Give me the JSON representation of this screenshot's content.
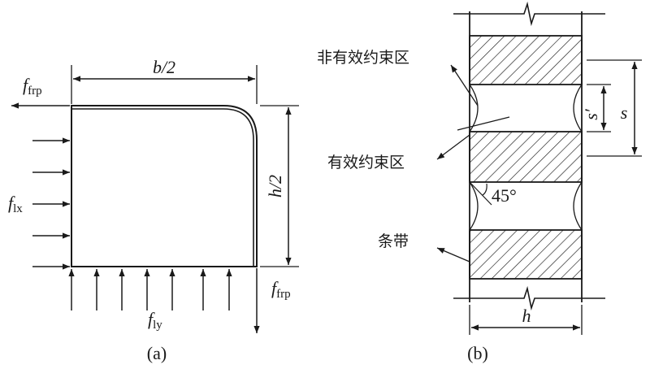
{
  "panel_a": {
    "caption": "(a)",
    "dim_width": "b/2",
    "dim_height": "h/2",
    "force_top": {
      "base": "f",
      "sub": "frp"
    },
    "force_right": {
      "base": "f",
      "sub": "frp"
    },
    "force_left": {
      "base": "f",
      "sub": "lx"
    },
    "force_bottom": {
      "base": "f",
      "sub": "ly"
    }
  },
  "panel_b": {
    "caption": "(b)",
    "label_unconfined": "非有效约束区",
    "label_confined": "有效约束区",
    "label_strip": "条带",
    "angle": "45°",
    "dim_spacing": "s",
    "dim_clear_spacing": "s′",
    "dim_width": "h"
  }
}
